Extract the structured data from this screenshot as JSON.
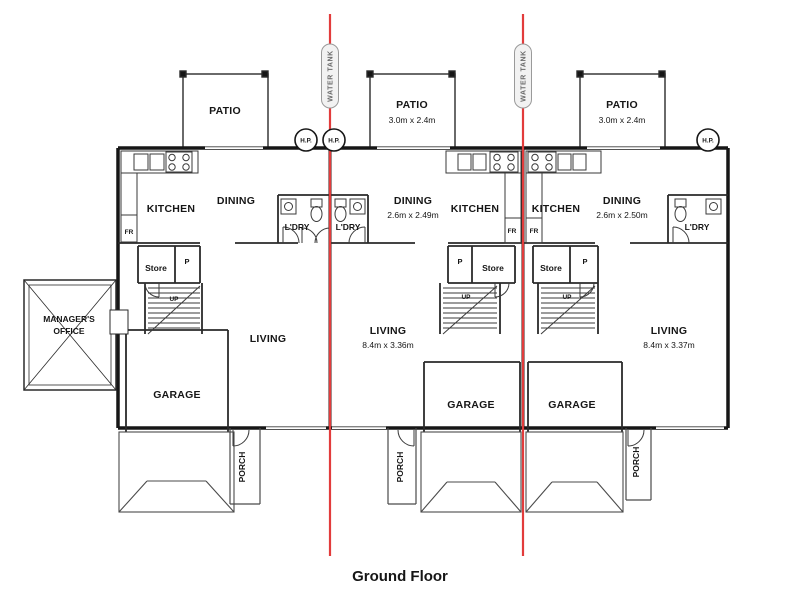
{
  "title": "Ground Floor",
  "site": {
    "water_tank": "WATER TANK",
    "hp": "H.P.",
    "managers_office_line1": "MANAGER'S",
    "managers_office_line2": "OFFICE"
  },
  "units": [
    {
      "patio": {
        "label": "PATIO"
      },
      "kitchen": "KITCHEN",
      "dining": {
        "label": "DINING"
      },
      "ldry": "L'DRY",
      "store": "Store",
      "pantry": "P",
      "fridge": "FR",
      "up": "UP",
      "living": {
        "label": "LIVING"
      },
      "garage": "GARAGE",
      "porch": "PORCH"
    },
    {
      "patio": {
        "label": "PATIO",
        "dims": "3.0m x 2.4m"
      },
      "kitchen": "KITCHEN",
      "dining": {
        "label": "DINING",
        "dims": "2.6m x 2.49m"
      },
      "ldry": "L'DRY",
      "store": "Store",
      "pantry": "P",
      "fridge": "FR",
      "up": "UP",
      "living": {
        "label": "LIVING",
        "dims": "8.4m x 3.36m"
      },
      "garage": "GARAGE",
      "porch": "PORCH"
    },
    {
      "patio": {
        "label": "PATIO",
        "dims": "3.0m x 2.4m"
      },
      "kitchen": "KITCHEN",
      "dining": {
        "label": "DINING",
        "dims": "2.6m x 2.50m"
      },
      "ldry": "L'DRY",
      "store": "Store",
      "pantry": "P",
      "fridge": "FR",
      "up": "UP",
      "living": {
        "label": "LIVING",
        "dims": "8.4m x 3.37m"
      },
      "garage": "GARAGE",
      "porch": "PORCH"
    }
  ]
}
